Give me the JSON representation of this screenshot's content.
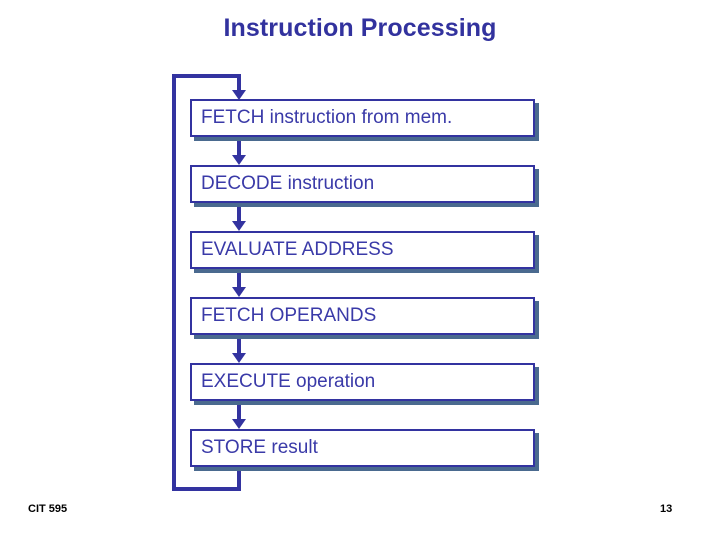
{
  "slide": {
    "title": "Instruction Processing",
    "title_color": "#32329e",
    "background_color": "#ffffff"
  },
  "diagram": {
    "type": "flowchart",
    "orientation": "vertical",
    "loop_back": true,
    "loop_description": "STORE result loops back to FETCH instruction from mem.",
    "line_color": "#3333a0",
    "box_border_color": "#3333a0",
    "box_shadow_color": "#4a6a8f",
    "box_text_color": "#3a3aa8",
    "steps": [
      {
        "label": "FETCH instruction from mem."
      },
      {
        "label": "DECODE instruction"
      },
      {
        "label": "EVALUATE ADDRESS"
      },
      {
        "label": "FETCH OPERANDS"
      },
      {
        "label": "EXECUTE operation"
      },
      {
        "label": "STORE result"
      }
    ]
  },
  "footer": {
    "course": "CIT 595",
    "page_number": "13"
  }
}
